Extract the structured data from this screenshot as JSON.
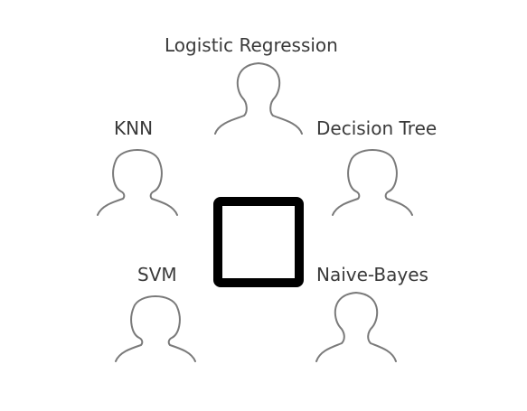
{
  "nodes": [
    {
      "id": "logistic-regression",
      "label": "Logistic Regression",
      "icon": "person-male-icon"
    },
    {
      "id": "knn",
      "label": "KNN",
      "icon": "person-female-icon"
    },
    {
      "id": "decision-tree",
      "label": "Decision Tree",
      "icon": "person-female-icon"
    },
    {
      "id": "svm",
      "label": "SVM",
      "icon": "person-female-icon"
    },
    {
      "id": "naive-bayes",
      "label": "Naive-Bayes",
      "icon": "person-male-icon"
    }
  ],
  "center": {
    "icon": "square-outline-icon",
    "color": "#000000"
  },
  "colors": {
    "icon_stroke": "#7a7a7a",
    "label_text": "#3a3a3a"
  }
}
